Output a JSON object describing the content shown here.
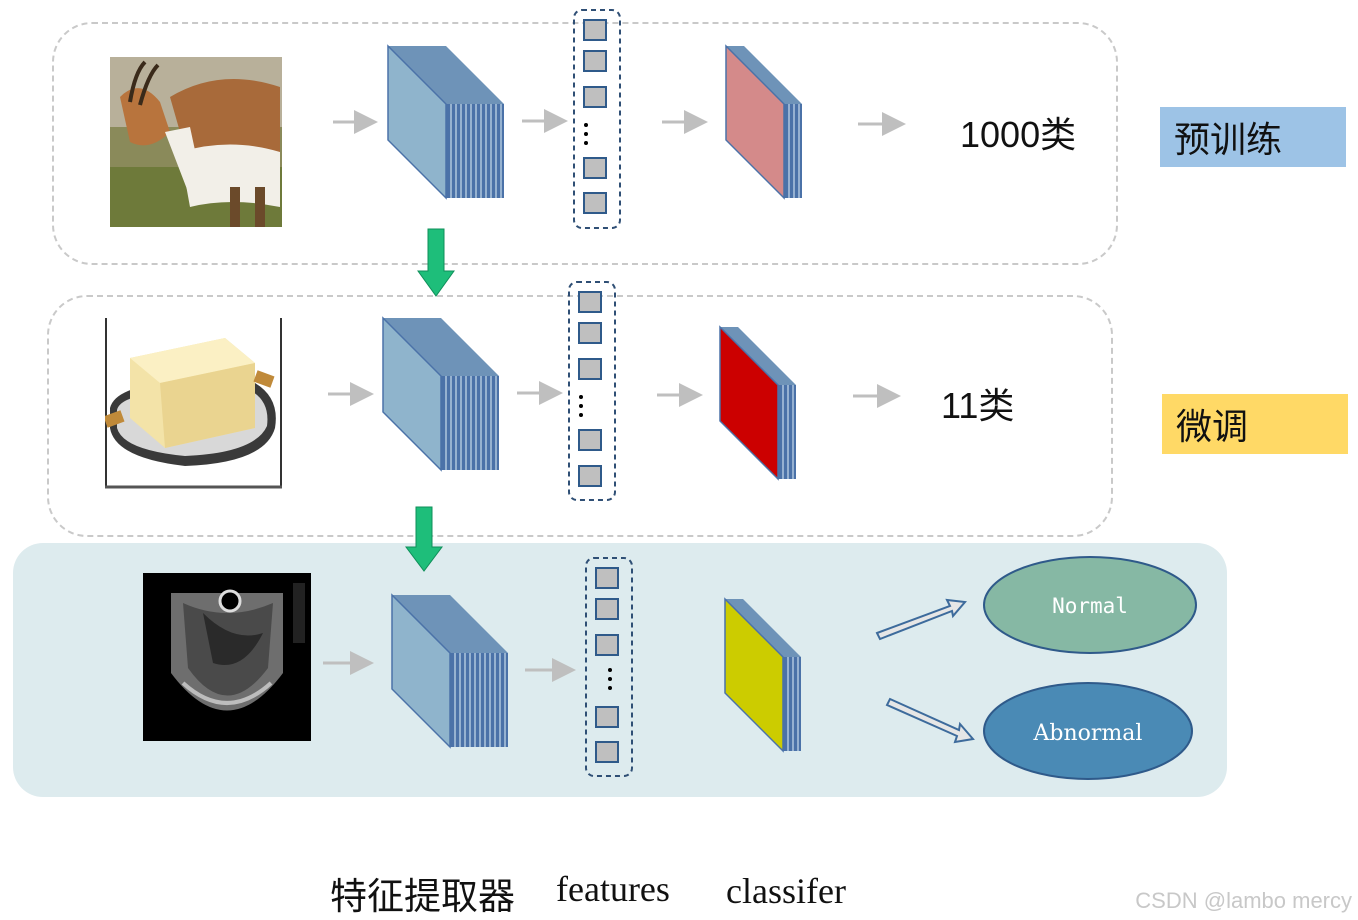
{
  "rows": [
    {
      "stage": "预训练",
      "stage_color": "#9dc3e6",
      "class_count": "1000类",
      "classifier_color": "#d48a8a"
    },
    {
      "stage": "微调",
      "stage_color": "#ffd966",
      "class_count": "11类",
      "classifier_color": "#cc0000"
    },
    {
      "stage": "",
      "classifier_color": "#cccc00"
    }
  ],
  "outputs": [
    {
      "label": "Normal",
      "color": "#86b8a4"
    },
    {
      "label": "Abnormal",
      "color": "#4a8ab5"
    }
  ],
  "bottom_labels": {
    "extractor": "特征提取器",
    "features": "features",
    "classifier": "classifer"
  },
  "watermark": "CSDN @lambo mercy",
  "colors": {
    "extractor_face": "#8fb4cc",
    "extractor_edge": "#4b72a8",
    "feature_cell": "#bfbfbf",
    "arrow_gray": "#bfbfbf",
    "transfer_arrow": "#1ebe7a",
    "ellipse_border": "#2f5a8a"
  }
}
